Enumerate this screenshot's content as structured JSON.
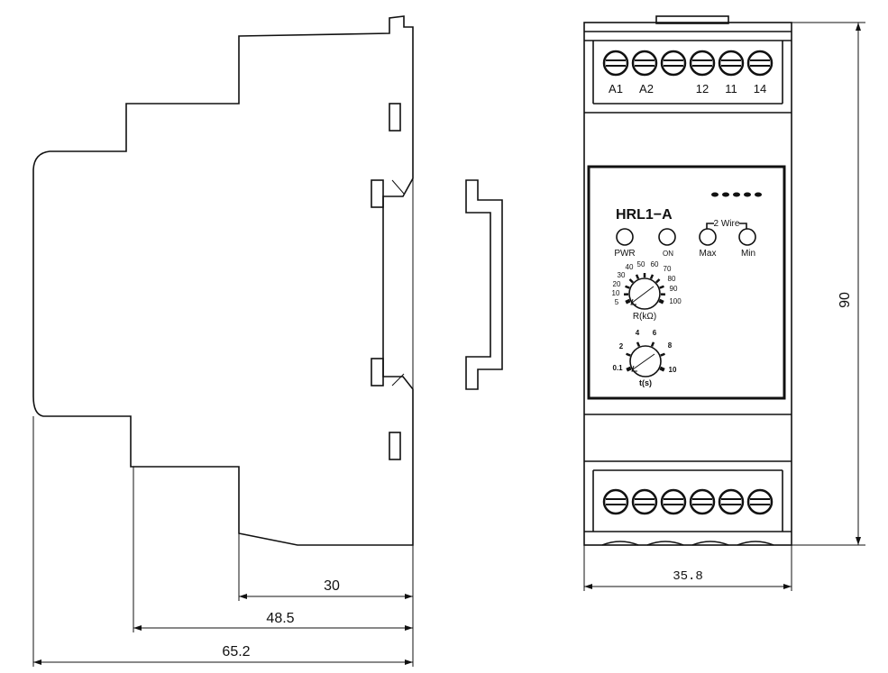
{
  "dimensions": {
    "depth_small": "30",
    "depth_mid": "48.5",
    "depth_total": "65.2",
    "height": "90",
    "width": "35.8"
  },
  "front_panel": {
    "model": "HRL1−A",
    "top_terminals": [
      "A1",
      "A2",
      "",
      "12",
      "11",
      "14"
    ],
    "leds": [
      "PWR",
      "ON",
      "Max",
      "Min"
    ],
    "wire_label": "2 Wire",
    "r_dial": {
      "label": "R(kΩ)",
      "ticks": [
        "5",
        "10",
        "20",
        "30",
        "40",
        "50",
        "60",
        "70",
        "80",
        "90",
        "100"
      ]
    },
    "t_dial": {
      "label": "t(s)",
      "ticks": [
        "0.1",
        "2",
        "4",
        "6",
        "8",
        "10"
      ]
    }
  }
}
